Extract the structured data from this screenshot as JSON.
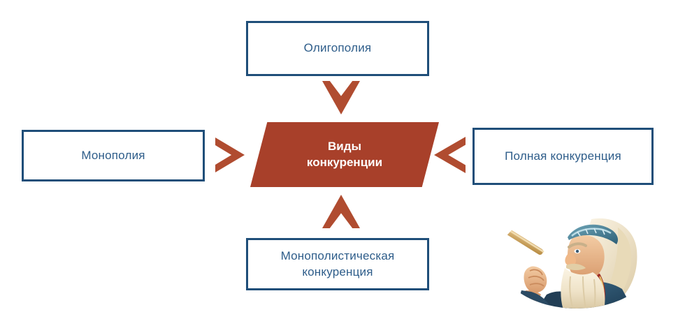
{
  "diagram": {
    "type": "central-concept-with-four-inputs",
    "center": {
      "label": "Виды\nконкуренции",
      "shape": "parallelogram",
      "fill": "#A8402A",
      "text_color": "#FFFFFF"
    },
    "nodes": [
      {
        "id": "oligopoly",
        "label": "Олигополия",
        "position": "top",
        "shape": "rectangle",
        "border_color": "#1F4E79",
        "fill": "#FFFFFF",
        "text_color": "#2E5D8A"
      },
      {
        "id": "monopoly",
        "label": "Монополия",
        "position": "left",
        "shape": "rectangle",
        "border_color": "#1F4E79",
        "fill": "#FFFFFF",
        "text_color": "#2E5D8A"
      },
      {
        "id": "perfect-competition",
        "label": "Полная конкуренция",
        "position": "right",
        "shape": "rectangle",
        "border_color": "#1F4E79",
        "fill": "#FFFFFF",
        "text_color": "#2E5D8A"
      },
      {
        "id": "monopolistic-competition",
        "label": "Монополистическая\nконкуренция",
        "position": "bottom",
        "shape": "rectangle",
        "border_color": "#1F4E79",
        "fill": "#FFFFFF",
        "text_color": "#2E5D8A"
      }
    ],
    "arrows": [
      {
        "id": "arrow-top",
        "icon": "chevron-down-icon",
        "direction": "down",
        "from": "oligopoly",
        "to": "center",
        "color": "#B04C30"
      },
      {
        "id": "arrow-left",
        "icon": "chevron-right-icon",
        "direction": "right",
        "from": "monopoly",
        "to": "center",
        "color": "#B04C30"
      },
      {
        "id": "arrow-right",
        "icon": "chevron-left-icon",
        "direction": "left",
        "from": "perfect-competition",
        "to": "center",
        "color": "#B04C30"
      },
      {
        "id": "arrow-bottom",
        "icon": "chevron-up-icon",
        "direction": "up",
        "from": "monopolistic-competition",
        "to": "center",
        "color": "#B04C30"
      }
    ],
    "illustration": {
      "name": "elderly-bearded-man-with-pipe-illustration",
      "description": "Иллюстрация пожилого бородатого мужчины в тюбетейке с трубкой",
      "frame": "oval"
    },
    "background": "#FFFFFF"
  }
}
